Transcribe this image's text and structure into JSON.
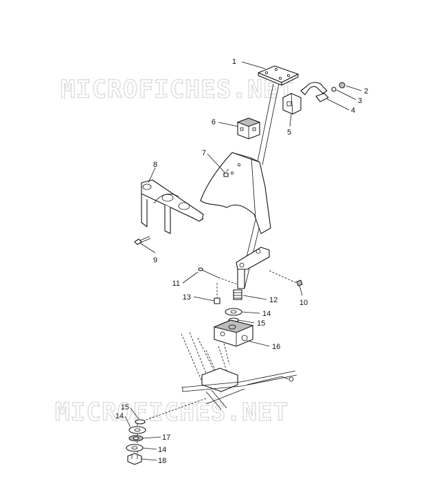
{
  "watermarks": [
    "MICROFICHES.NET",
    "MICROFICHES.NET"
  ],
  "callouts": [
    {
      "id": "c1",
      "label": "1"
    },
    {
      "id": "c2",
      "label": "2"
    },
    {
      "id": "c3",
      "label": "3"
    },
    {
      "id": "c4",
      "label": "4"
    },
    {
      "id": "c5",
      "label": "5"
    },
    {
      "id": "c6",
      "label": "6"
    },
    {
      "id": "c7",
      "label": "7"
    },
    {
      "id": "c8",
      "label": "8"
    },
    {
      "id": "c9",
      "label": "9"
    },
    {
      "id": "c10",
      "label": "10"
    },
    {
      "id": "c11",
      "label": "11"
    },
    {
      "id": "c12",
      "label": "12"
    },
    {
      "id": "c13",
      "label": "13"
    },
    {
      "id": "c14a",
      "label": "14"
    },
    {
      "id": "c15a",
      "label": "15"
    },
    {
      "id": "c16",
      "label": "16"
    },
    {
      "id": "c15b",
      "label": "15"
    },
    {
      "id": "c14b",
      "label": "14"
    },
    {
      "id": "c17",
      "label": "17"
    },
    {
      "id": "c14c",
      "label": "14"
    },
    {
      "id": "c18",
      "label": "18"
    }
  ],
  "colors": {
    "line": "#111111",
    "watermark": "#c9c9c9",
    "shade": "#bdbdbd"
  }
}
